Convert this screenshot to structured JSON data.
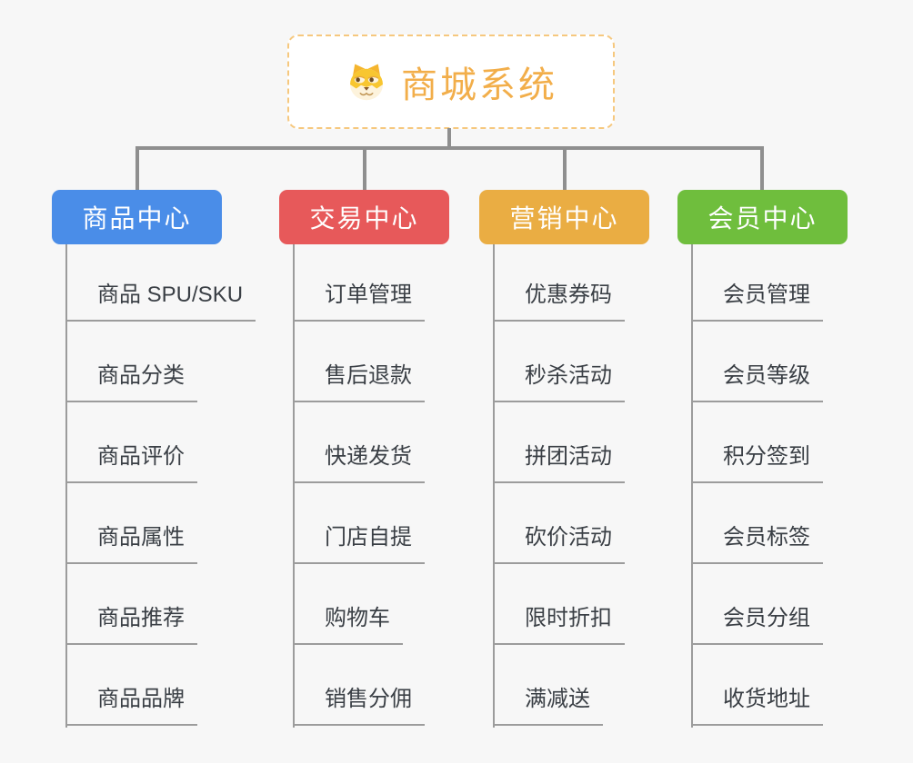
{
  "root": {
    "title": "商城系统",
    "icon": "dog-icon",
    "title_color": "#F2AE4A",
    "border_color": "#F6C87E"
  },
  "connector_color": "#8F8F8F",
  "branches": [
    {
      "label": "商品中心",
      "color": "#4A8DE8",
      "children": [
        "商品 SPU/SKU",
        "商品分类",
        "商品评价",
        "商品属性",
        "商品推荐",
        "商品品牌"
      ]
    },
    {
      "label": "交易中心",
      "color": "#E7595A",
      "children": [
        "订单管理",
        "售后退款",
        "快递发货",
        "门店自提",
        "购物车",
        "销售分佣"
      ]
    },
    {
      "label": "营销中心",
      "color": "#EAAD43",
      "children": [
        "优惠券码",
        "秒杀活动",
        "拼团活动",
        "砍价活动",
        "限时折扣",
        "满减送"
      ]
    },
    {
      "label": "会员中心",
      "color": "#6FBE3D",
      "children": [
        "会员管理",
        "会员等级",
        "积分签到",
        "会员标签",
        "会员分组",
        "收货地址"
      ]
    }
  ]
}
